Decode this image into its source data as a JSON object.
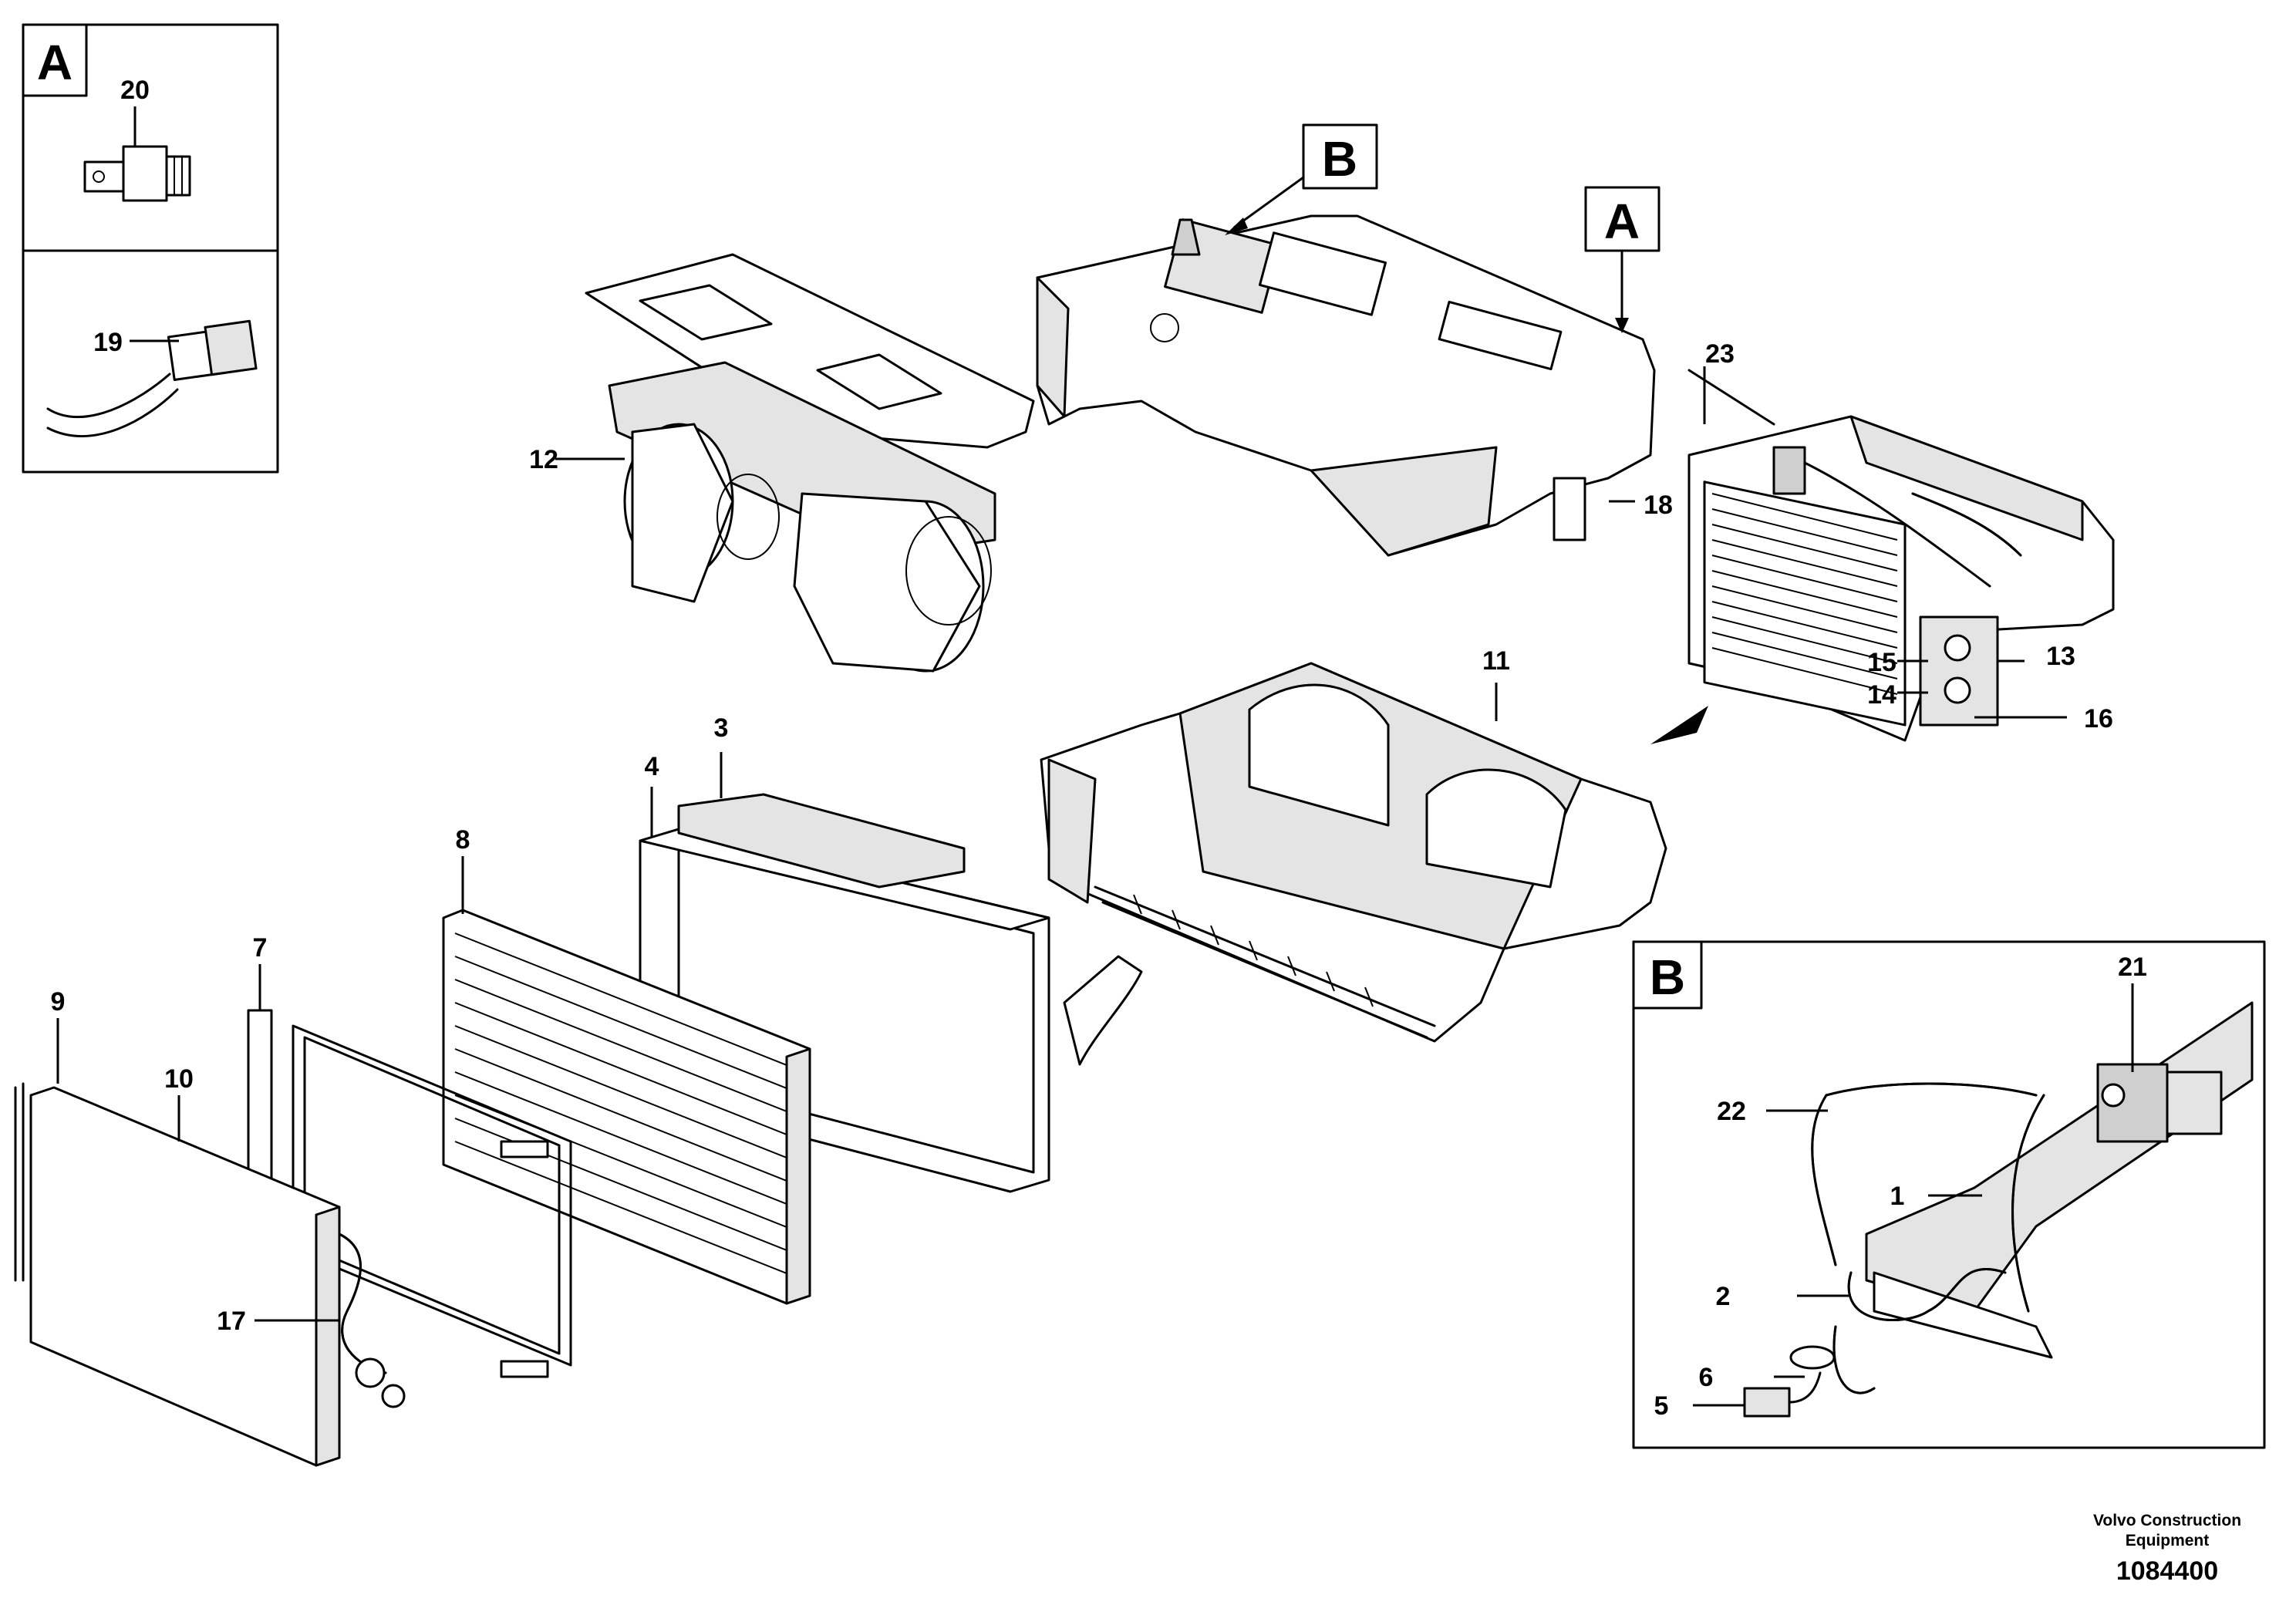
{
  "detail_boxes": {
    "a_letter": "A",
    "b_letter": "B"
  },
  "reference_flags": {
    "b_flag": "B",
    "a_flag": "A"
  },
  "callouts": {
    "c1": "1",
    "c2": "2",
    "c3": "3",
    "c4": "4",
    "c5": "5",
    "c6": "6",
    "c7": "7",
    "c8": "8",
    "c9": "9",
    "c10": "10",
    "c11": "11",
    "c12": "12",
    "c13": "13",
    "c14": "14",
    "c15": "15",
    "c16": "16",
    "c17": "17",
    "c18": "18",
    "c19": "19",
    "c20": "20",
    "c21": "21",
    "c22": "22",
    "c23": "23"
  },
  "footer": {
    "brand_line1": "Volvo Construction",
    "brand_line2": "Equipment",
    "drawing_number": "1084400"
  }
}
